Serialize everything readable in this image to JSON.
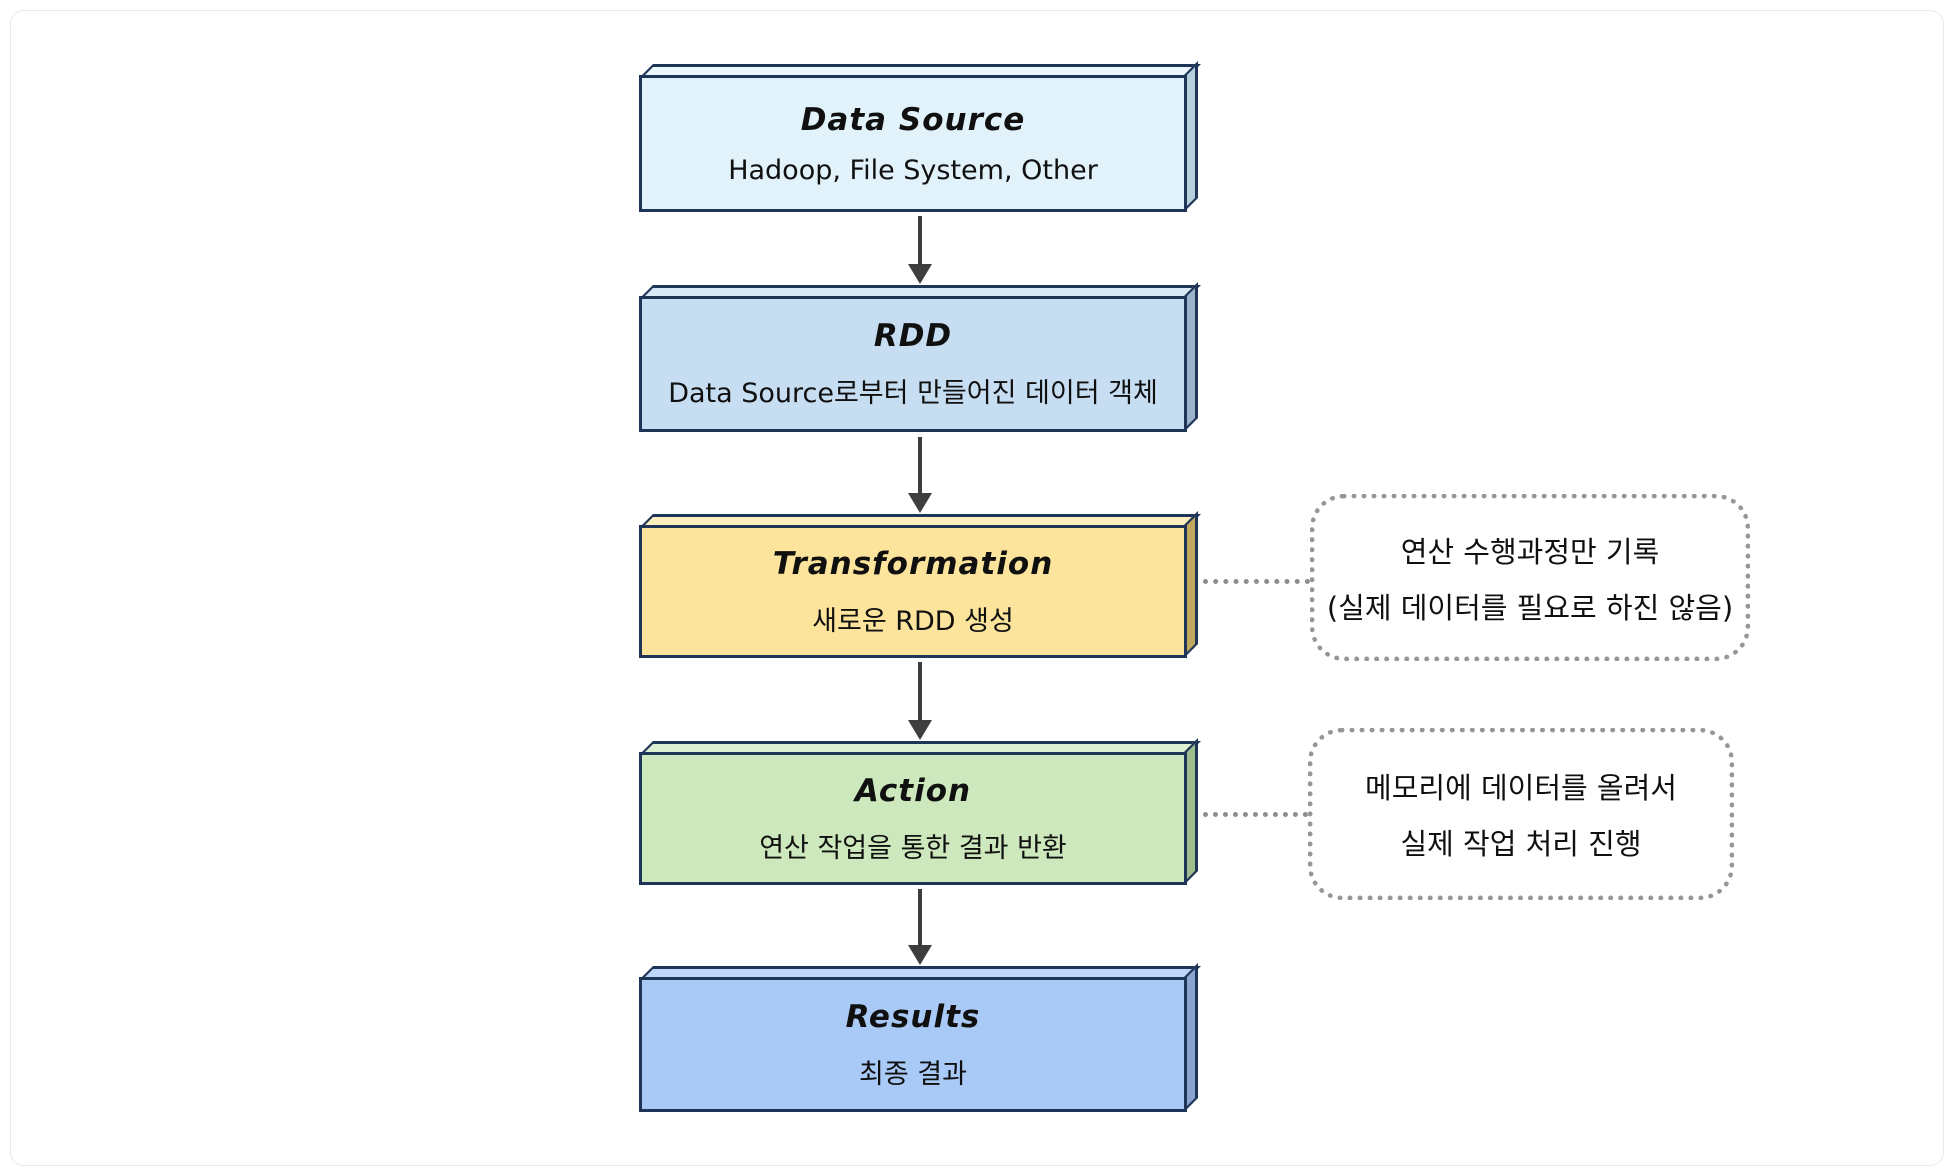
{
  "diagram": {
    "nodes": {
      "data_source": {
        "title": "Data Source",
        "subtitle": "Hadoop, File System, Other",
        "fill": "#e1f2fb",
        "top_face": "#edf8fd",
        "side_face": "#b5cfdd"
      },
      "rdd": {
        "title": "RDD",
        "subtitle": "Data Source로부터 만들어진 데이터 객체",
        "fill": "#c6ddf2",
        "top_face": "#d8e8f7",
        "side_face": "#9bb2c9"
      },
      "transformation": {
        "title": "Transformation",
        "subtitle": "새로운 RDD 생성",
        "fill": "#fce49c",
        "top_face": "#fdeebd",
        "side_face": "#c2a75f"
      },
      "action": {
        "title": "Action",
        "subtitle": "연산 작업을 통한 결과 반환",
        "fill": "#cde8bc",
        "top_face": "#def0d2",
        "side_face": "#9fbc8d"
      },
      "results": {
        "title": "Results",
        "subtitle": "최종 결과",
        "fill": "#a9c9f6",
        "top_face": "#c0d6f9",
        "side_face": "#8ba4cf"
      }
    },
    "callouts": {
      "transformation_note": {
        "line1": "연산 수행과정만 기록",
        "line2": "(실제 데이터를 필요로 하진 않음)"
      },
      "action_note": {
        "line1": "메모리에 데이터를 올려서",
        "line2": "실제 작업 처리 진행"
      }
    },
    "colors": {
      "box_border": "#1f3557",
      "arrow": "#3e3e3e",
      "callout_border": "#969696",
      "frame_border": "#e7e9ec"
    }
  }
}
